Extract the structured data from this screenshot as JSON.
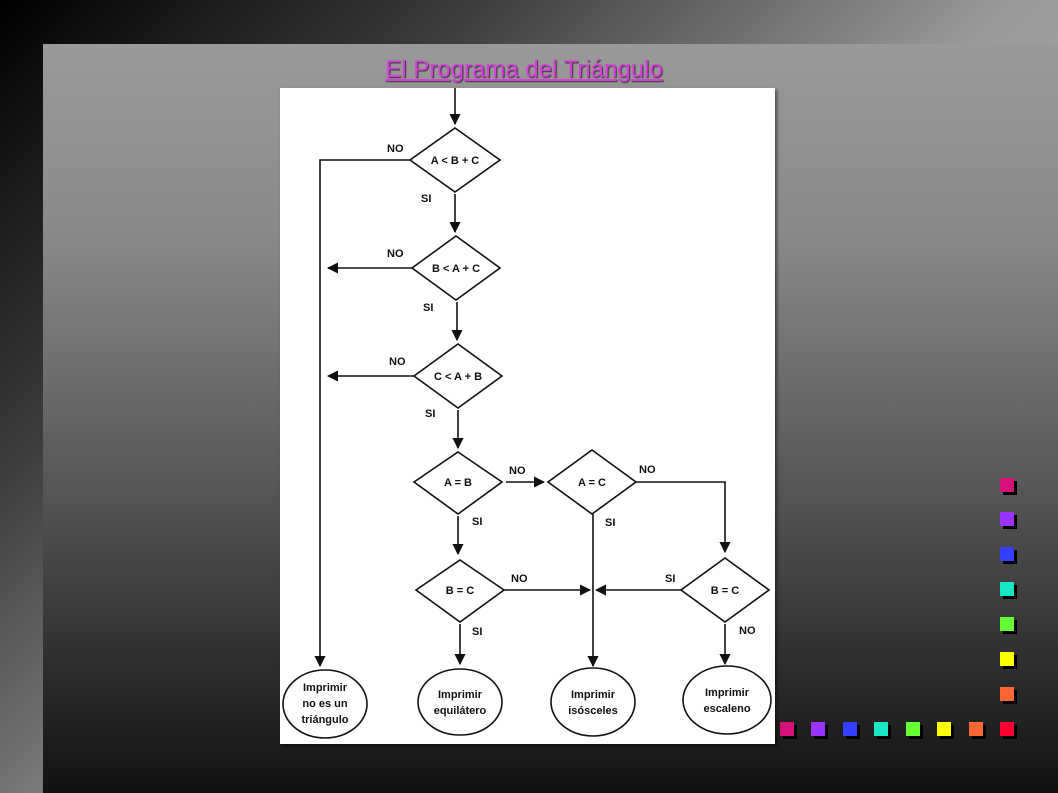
{
  "slide": {
    "title": "El Programa del Triángulo"
  },
  "flowchart": {
    "labels": {
      "no": "NO",
      "si": "SI"
    },
    "decisions": {
      "d1": "A < B + C",
      "d2": "B < A + C",
      "d3": "C < A + B",
      "d4": "A = B",
      "d5": "A = C",
      "d6": "B = C",
      "d7": "B = C"
    },
    "outputs": {
      "o1": [
        "Imprimir",
        "no es un",
        "triángulo"
      ],
      "o2": [
        "Imprimir",
        "equilátero"
      ],
      "o3": [
        "Imprimir",
        "isósceles"
      ],
      "o4": [
        "Imprimir",
        "escaleno"
      ]
    }
  },
  "decor": {
    "colors": [
      "#d4127a",
      "#9b33ff",
      "#3340ff",
      "#19e6c4",
      "#66ff33",
      "#ffff00",
      "#ff6633",
      "#ff0033"
    ]
  }
}
